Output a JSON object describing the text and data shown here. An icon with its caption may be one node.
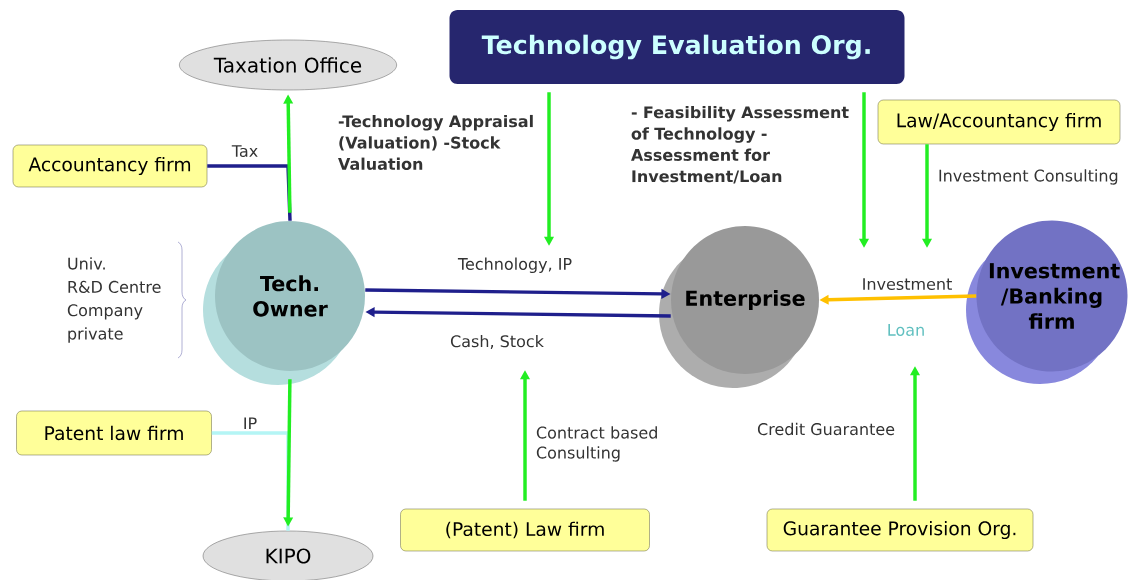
{
  "diagram": {
    "nodes": [
      {
        "text": [
          "Taxation Office"
        ]
      },
      {
        "text": [
          "Technology Evaluation Org."
        ]
      },
      {
        "text": [
          "Accountancy firm"
        ]
      },
      {
        "text": [
          "Law/Accountancy firm"
        ]
      },
      {
        "text": [
          "Tech. Owner"
        ],
        "beside": [
          "Univ.",
          "R&D Centre",
          "Company",
          "private"
        ]
      },
      {
        "text": [
          "Enterprise"
        ]
      },
      {
        "text": [
          "Investment /Banking firm"
        ]
      },
      {
        "text": [
          "Patent law firm"
        ]
      },
      {
        "text": [
          "(Patent) Law firm"
        ]
      },
      {
        "text": [
          "Guarantee Provision Org."
        ]
      },
      {
        "text": [
          "KIPO"
        ]
      }
    ],
    "edges": [
      {
        "from": 2,
        "to": 4,
        "arrow": "none",
        "label": "Tax",
        "color": "#1f1f8c"
      },
      {
        "from": 4,
        "to": 0,
        "arrow": "to"
      },
      {
        "from": 7,
        "to": 10,
        "arrow": "none",
        "label": "IP",
        "color": "#b4f5f5"
      },
      {
        "from": 4,
        "to": 10,
        "arrow": "to"
      },
      {
        "from": 4,
        "to": 5,
        "arrow": "to",
        "label": "Technology, IP",
        "color": "#1f1f8c"
      },
      {
        "from": 5,
        "to": 4,
        "arrow": "to",
        "label": "Cash, Stock",
        "color": "#1f1f8c"
      },
      {
        "from": 1,
        "to": null,
        "arrow": "to",
        "label": "-Technology Appraisal (Valuation) -Stock Valuation"
      },
      {
        "from": 1,
        "to": null,
        "arrow": "to",
        "label": "- Feasibility Assessment of Technology - Assessment for Investment/Loan"
      },
      {
        "from": 3,
        "to": null,
        "arrow": "to",
        "label": "Investment Consulting"
      },
      {
        "from": 6,
        "to": 5,
        "arrow": "to",
        "label": "Investment",
        "color": "#ffc000"
      },
      {
        "from": 8,
        "to": null,
        "arrow": "to",
        "label": "Contract based Consulting"
      },
      {
        "from": 9,
        "to": null,
        "arrow": "to",
        "label": "Credit Guarantee"
      }
    ],
    "labels": [
      "Loan"
    ]
  }
}
